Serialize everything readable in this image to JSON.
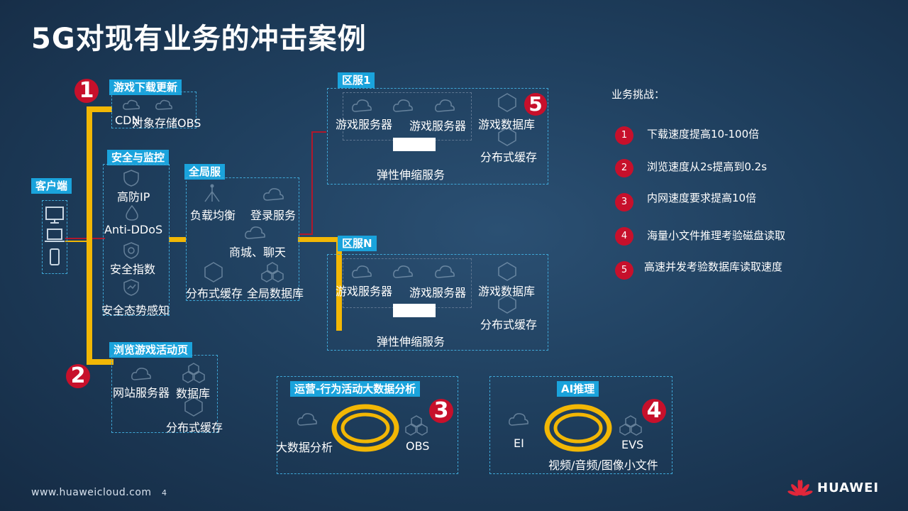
{
  "title": "5G对现有业务的冲击案例",
  "client": {
    "tag": "客户端"
  },
  "download": {
    "tag": "游戏下载更新",
    "cdn": "CDN",
    "obs": "对象存储OBS",
    "num": "1"
  },
  "security": {
    "tag": "安全与监控",
    "items": [
      "高防IP",
      "Anti-DDoS",
      "安全指数",
      "安全态势感知"
    ]
  },
  "global": {
    "tag": "全局服",
    "lb": "负载均衡",
    "login": "登录服务",
    "mall": "商城、聊天",
    "cache": "分布式缓存",
    "db": "全局数据库"
  },
  "zone1": {
    "tag": "区服1",
    "server1": "游戏服务器",
    "server2": "游戏服务器",
    "db": "游戏数据库",
    "cache": "分布式缓存",
    "scale": "弹性伸缩服务",
    "num": "5"
  },
  "zoneN": {
    "tag": "区服N",
    "server1": "游戏服务器",
    "server2": "游戏服务器",
    "db": "游戏数据库",
    "cache": "分布式缓存",
    "scale": "弹性伸缩服务"
  },
  "browse": {
    "tag": "浏览游戏活动页",
    "web": "网站服务器",
    "db": "数据库",
    "cache": "分布式缓存",
    "num": "2"
  },
  "ops": {
    "tag": "运营-行为活动大数据分析",
    "bigdata": "大数据分析",
    "obs": "OBS",
    "num": "3"
  },
  "ai": {
    "tag": "AI推理",
    "ei": "EI",
    "evs": "EVS",
    "files": "视频/音频/图像小文件",
    "num": "4"
  },
  "challenges": {
    "title": "业务挑战：",
    "items": [
      {
        "num": "1",
        "text": "下载速度提高10-100倍"
      },
      {
        "num": "2",
        "text": "浏览速度从2s提高到0.2s"
      },
      {
        "num": "3",
        "text": "内网速度要求提高10倍"
      },
      {
        "num": "4",
        "text": "海量小文件推理考验磁盘读取"
      },
      {
        "num": "5",
        "text": "高速并发考验数据库读取速度"
      }
    ]
  },
  "footer": {
    "url": "www.huaweicloud.com",
    "page": "4",
    "brand": "HUAWEI"
  },
  "colors": {
    "accent_yellow": "#f2b705",
    "tag_blue": "#1aa3dc",
    "badge_red": "#c7102b",
    "dashed_border": "#3fa7d6"
  }
}
